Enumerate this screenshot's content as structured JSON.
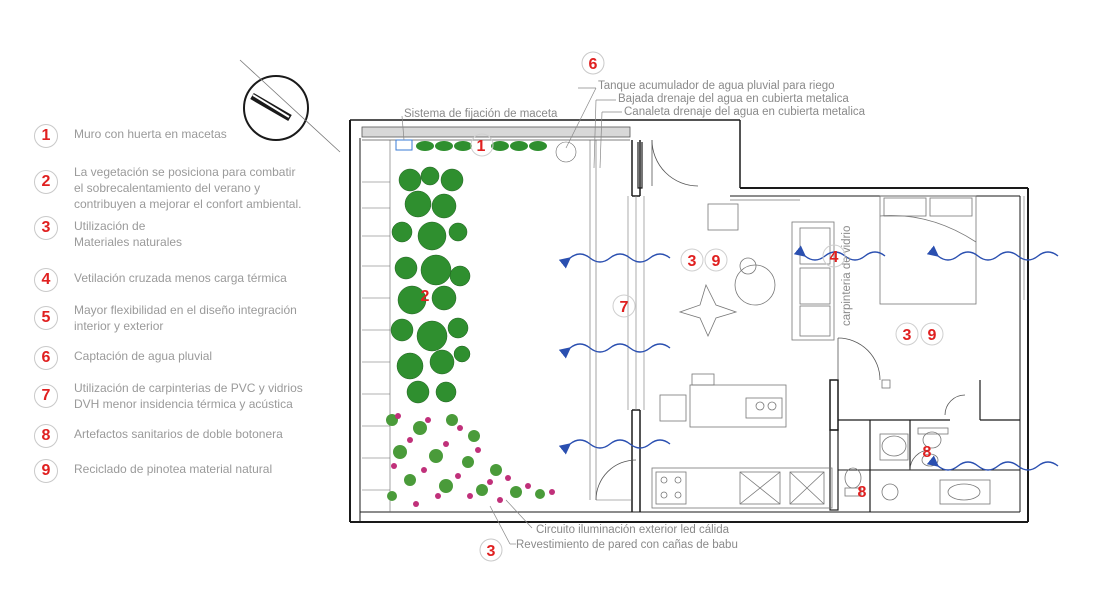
{
  "legend": [
    {
      "number": "1",
      "text": "Muro con huerta en macetas"
    },
    {
      "number": "2",
      "text": "La vegetación se posiciona para combatir\nel sobrecalentamiento del verano y\ncontribuyen a mejorar el confort ambiental."
    },
    {
      "number": "3",
      "text": "Utilización  de\nMateriales naturales"
    },
    {
      "number": "4",
      "text": "Vetilación cruzada menos carga térmica"
    },
    {
      "number": "5",
      "text": "Mayor flexibilidad en el diseño integración\ninterior y exterior"
    },
    {
      "number": "6",
      "text": "Captación  de agua pluvial"
    },
    {
      "number": "7",
      "text": "Utilización de carpinterias de PVC y vidrios\nDVH menor insidencia térmica y acústica"
    },
    {
      "number": "8",
      "text": "Artefactos sanitarios de doble botonera"
    },
    {
      "number": "9",
      "text": "Reciclado de pinotea material natural"
    }
  ],
  "annotations": {
    "circle_6": "6",
    "circle_3_bottom": "3",
    "tanque": "Tanque acumulador de agua pluvial para riego",
    "bajada": "Bajada drenaje del agua en cubierta metalica",
    "canaleta": "Canaleta drenaje del agua en cubierta metalica",
    "sistema": "Sistema de fijación de maceta",
    "circuito": "Circuito iluminación exterior led cálida",
    "revestimiento": "Revestimiento de pared con cañas de babu",
    "carpinteria": "carpinteria de vidrio"
  },
  "plan_markers": {
    "m1": "1",
    "m2": "2",
    "m3a": "3",
    "m9a": "9",
    "m4": "4",
    "m7": "7",
    "m3b": "3",
    "m9b": "9",
    "m8a": "8",
    "m8b": "8"
  },
  "colors": {
    "marker": "#e02020",
    "label": "#8a8a8a",
    "wall": "#1a1a1a",
    "vegetation": "#2f8f2f",
    "flowers": "#c0307a",
    "airflow": "#2a4fb0"
  },
  "icons": {
    "north": "north-arrow-icon",
    "airflow": "airflow-arrow-icon"
  }
}
